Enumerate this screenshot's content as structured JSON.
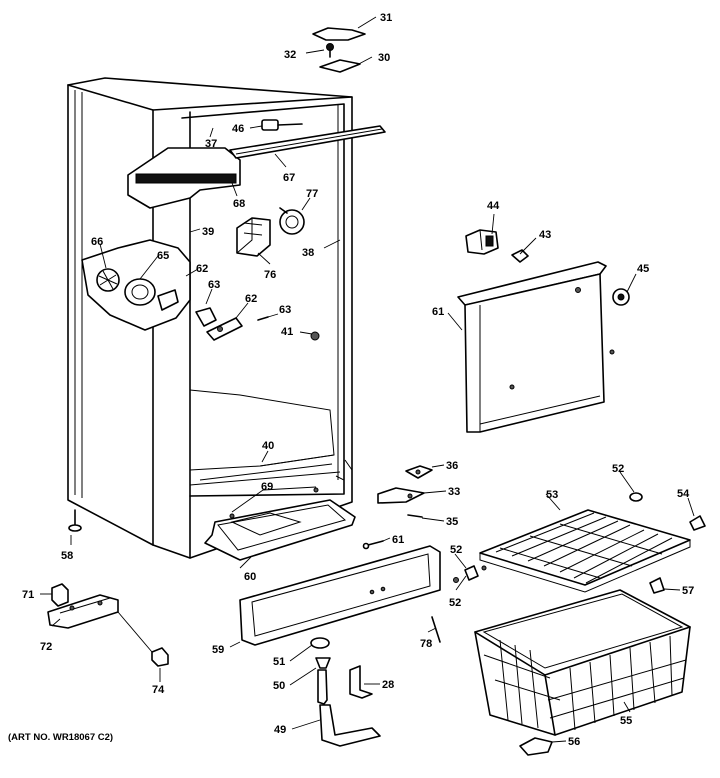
{
  "art_number": "(ART NO. WR18067 C2)",
  "labels": {
    "l31": "31",
    "l32": "32",
    "l30": "30",
    "l46": "46",
    "l37": "37",
    "l67": "67",
    "l68": "68",
    "l77": "77",
    "l38": "38",
    "l76": "76",
    "l66": "66",
    "l39": "39",
    "l65": "65",
    "l62a": "62",
    "l63a": "63",
    "l62b": "62",
    "l63b": "63",
    "l41": "41",
    "l44": "44",
    "l43": "43",
    "l45": "45",
    "l61a": "61",
    "l40": "40",
    "l36": "36",
    "l69": "69",
    "l33": "33",
    "l35": "35",
    "l52a": "52",
    "l54": "54",
    "l53": "53",
    "l58": "58",
    "l61b": "61",
    "l60": "60",
    "l52b": "52",
    "l52c": "52",
    "l57": "57",
    "l71": "71",
    "l72": "72",
    "l59": "59",
    "l78": "78",
    "l51": "51",
    "l50": "50",
    "l28": "28",
    "l74": "74",
    "l55": "55",
    "l49": "49",
    "l56": "56"
  }
}
